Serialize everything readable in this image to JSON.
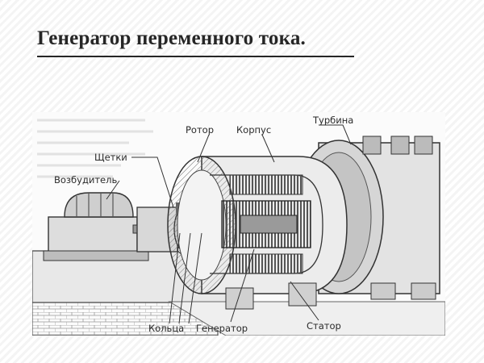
{
  "title": "Генератор переменного тока.",
  "labels": {
    "rotor": "Ротор",
    "housing": "Корпус",
    "turbine": "Турбина",
    "brushes": "Щетки",
    "exciter": "Возбудитель",
    "rings": "Кольца",
    "generator": "Генератор",
    "stator": "Статор"
  }
}
